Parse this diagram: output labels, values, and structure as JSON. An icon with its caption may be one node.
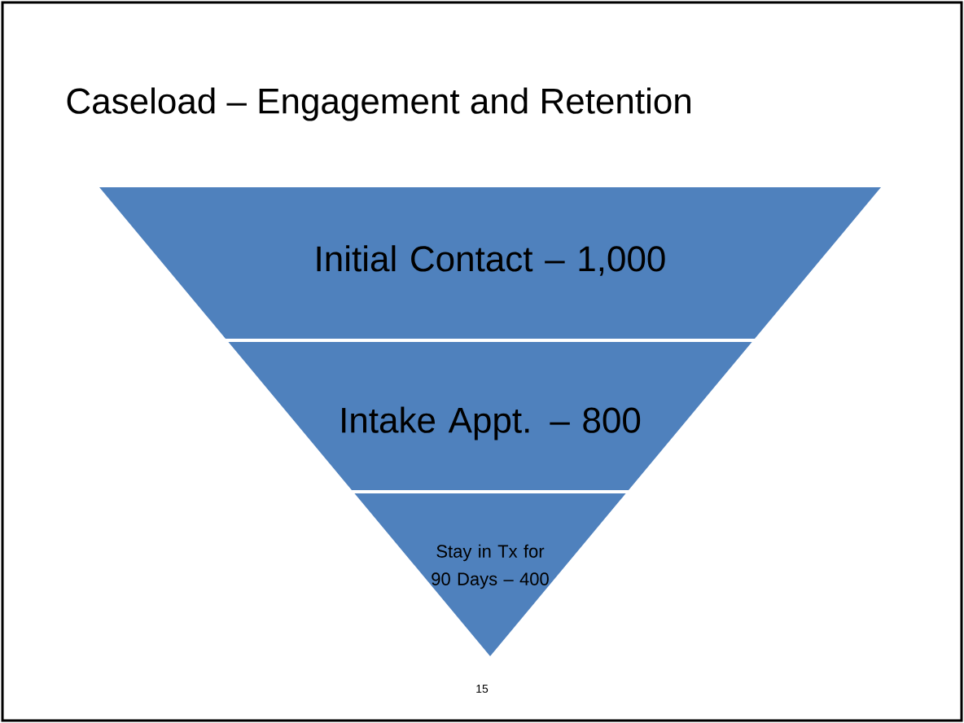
{
  "diagram": {
    "title": "Caseload – Engagement and Retention",
    "nodes": [
      {
        "text": [
          "Initial Contact – 1,000"
        ]
      },
      {
        "text": [
          "Intake Appt. – 800"
        ]
      },
      {
        "text": [
          "Stay in Tx for 90 Days – 400"
        ]
      }
    ],
    "labels": [
      "15"
    ]
  }
}
